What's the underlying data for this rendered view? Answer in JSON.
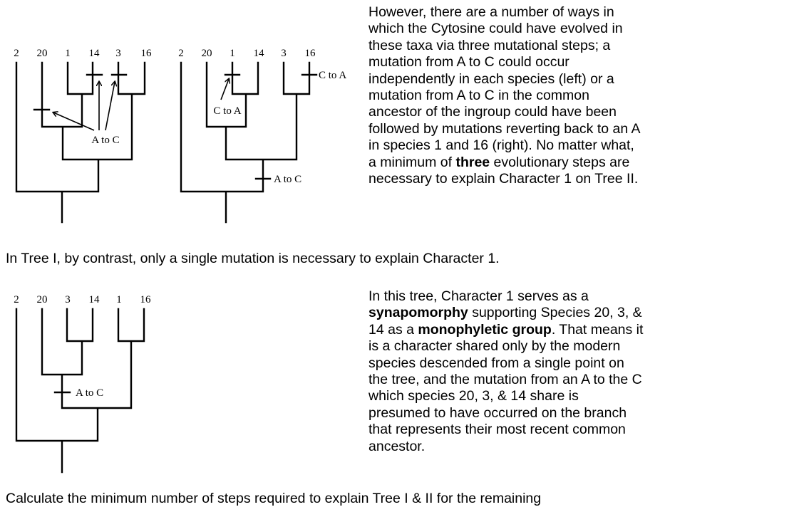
{
  "trees": {
    "tree_ii_left": {
      "tip_labels": [
        "2",
        "20",
        "1",
        "14",
        "3",
        "16"
      ],
      "mutation_label": "A to C"
    },
    "tree_ii_right": {
      "tip_labels": [
        "2",
        "20",
        "1",
        "14",
        "3",
        "16"
      ],
      "reversal_label_1": "C to A",
      "reversal_label_16": "C to A",
      "mutation_label": "A to C"
    },
    "tree_i": {
      "tip_labels": [
        "2",
        "20",
        "3",
        "14",
        "1",
        "16"
      ],
      "mutation_label": "A to C"
    }
  },
  "paragraph1": {
    "lines": [
      "However, there are a number of ways in",
      "which the Cytosine could have evolved in",
      "these taxa via three mutational steps; a",
      "mutation from A to C could occur",
      "independently in each species (left) or a",
      "mutation from A to C in the common",
      "ancestor of the ingroup could have been",
      "followed by mutations reverting back to an A",
      "in species 1 and 16 (right).  No matter what,"
    ],
    "line10_pre": "a minimum of ",
    "line10_bold": "three",
    "line10_post": " evolutionary steps are",
    "line11": "necessary to explain Character 1 on Tree II."
  },
  "middle_sentence": "In Tree I, by contrast, only a single mutation is necessary to explain Character 1.",
  "paragraph2": {
    "l1": "In this tree, Character 1 serves as a",
    "l2_bold": "synapomorphy",
    "l2_post": " supporting Species 20, 3, &",
    "l3_pre": "14 as a ",
    "l3_bold": "monophyletic group",
    "l3_post": ". That means it",
    "rest": [
      "is a character shared only by the modern",
      "species descended from a single point on",
      "the tree, and the mutation from an A to the C",
      "which species 20, 3, & 14 share is",
      "presumed to have occurred on the branch",
      "that represents their most recent common",
      "ancestor."
    ]
  },
  "bottom_line": "Calculate the minimum number of steps required to explain Tree I & II for the remaining"
}
